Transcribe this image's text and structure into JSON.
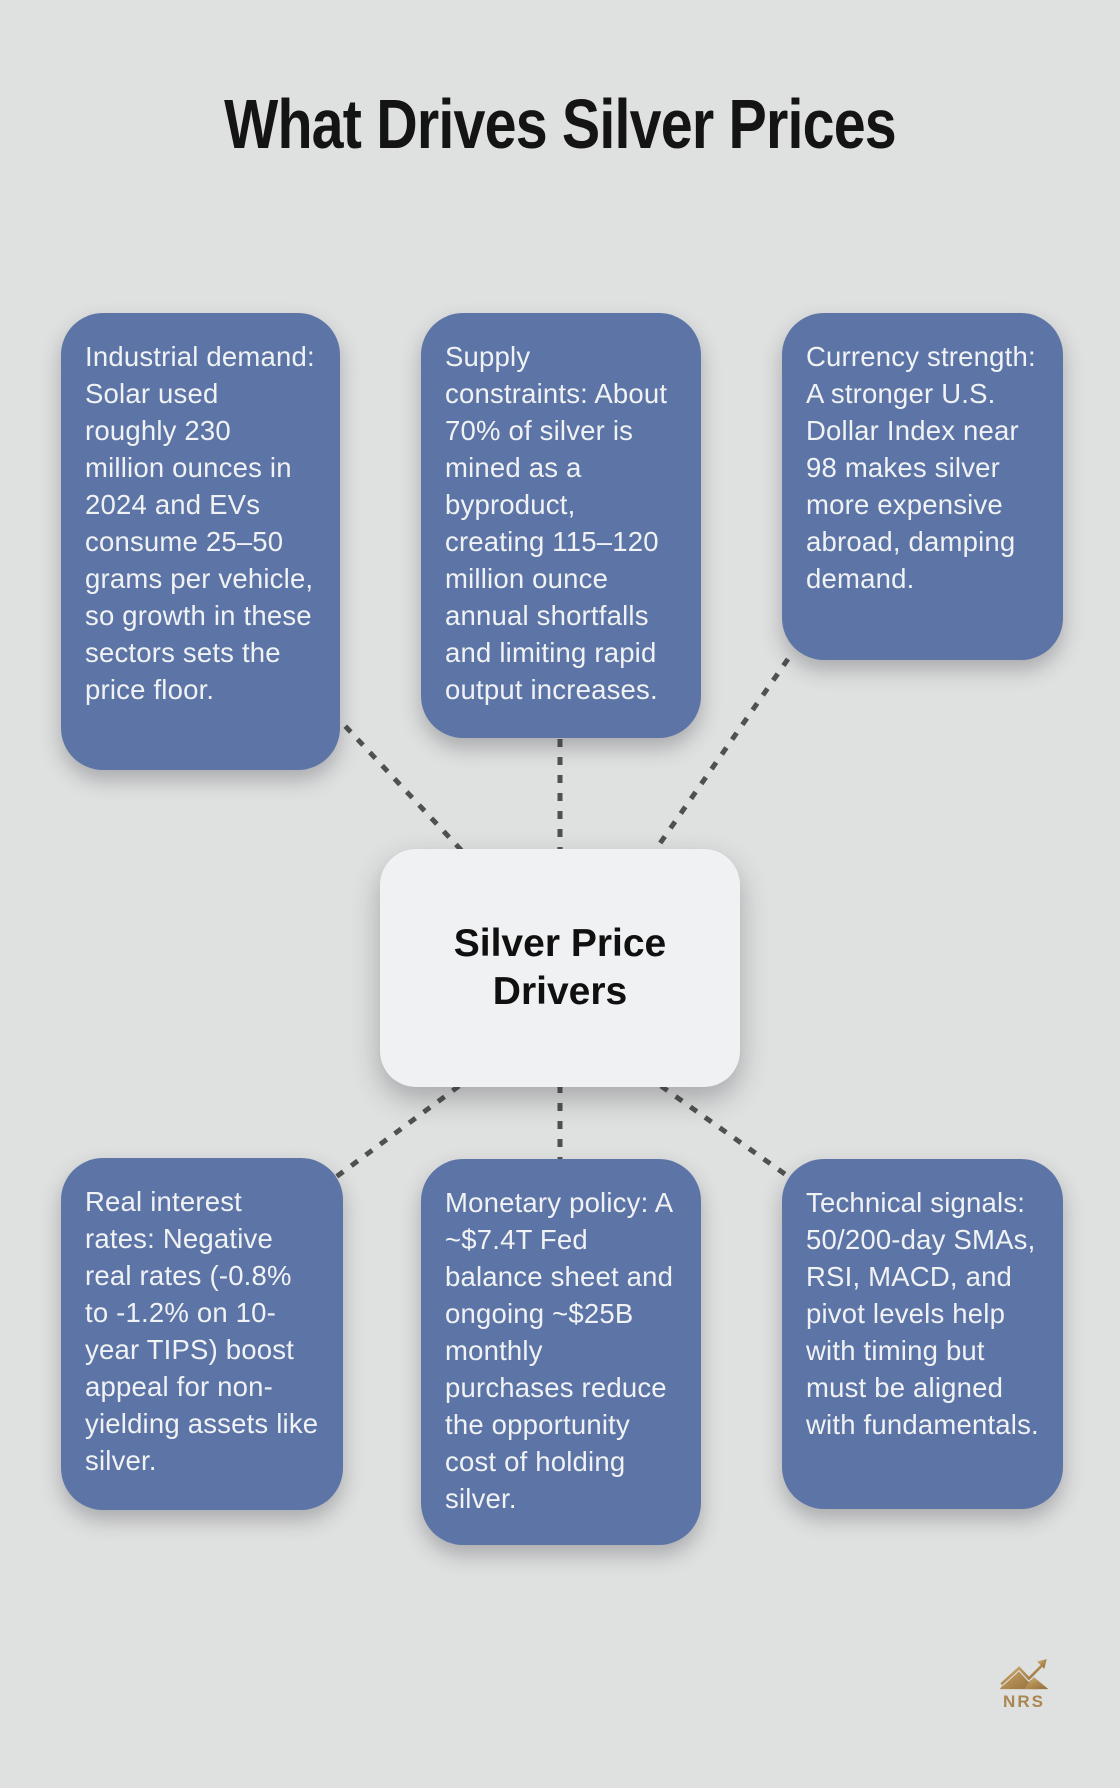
{
  "title": "What Drives Silver Prices",
  "center": {
    "label": "Silver Price Drivers"
  },
  "drivers": [
    {
      "id": "industrial-demand",
      "text": "Industrial demand: Solar used roughly 230 million ounces in 2024 and EVs consume 25–50 grams per vehicle, so growth in these sectors sets the price floor."
    },
    {
      "id": "supply-constraints",
      "text": "Supply constraints: About 70% of silver is mined as a byproduct, creating 115–120 million ounce annual shortfalls and limiting rapid output increases."
    },
    {
      "id": "currency-strength",
      "text": "Currency strength: A stronger U.S. Dollar Index near 98 makes silver more expensive abroad, damping demand."
    },
    {
      "id": "real-interest-rates",
      "text": "Real interest rates: Negative real rates (-0.8% to -1.2% on 10-year TIPS) boost appeal for non-yielding assets like silver."
    },
    {
      "id": "monetary-policy",
      "text": "Monetary policy: A ~$7.4T Fed balance sheet and ongoing ~$25B monthly purchases reduce the opportunity cost of holding silver."
    },
    {
      "id": "technical-signals",
      "text": "Technical signals: 50/200-day SMAs, RSI, MACD, and pivot levels help with timing but must be aligned with fundamentals."
    }
  ],
  "logo": {
    "text": "NRS",
    "icon": "mountain-arrow-icon"
  },
  "colors": {
    "background": "#dfe0e0",
    "card_blue": "#5d75a6",
    "card_text": "#f0f2f4",
    "center_bg": "#f0f1f3",
    "connector_gray": "#4e5151",
    "title_black": "#141414",
    "logo_gold": "#a98653"
  }
}
